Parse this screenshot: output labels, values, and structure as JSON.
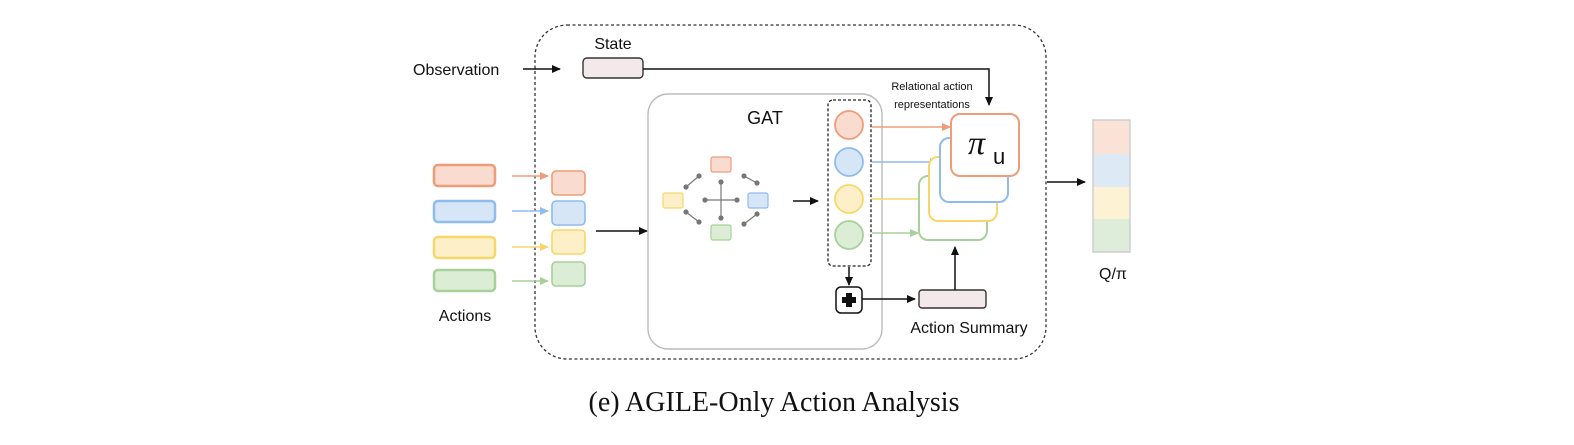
{
  "labels": {
    "state": "State",
    "observation": "Observation",
    "gat": "GAT",
    "relational_line1": "Relational action",
    "relational_line2": "representations",
    "pi_symbol": "π",
    "pi_subscript": "u",
    "actions": "Actions",
    "action_summary": "Action Summary",
    "output": "Q/π",
    "plus": "+"
  },
  "caption": "(e) AGILE-Only Action Analysis",
  "colors": {
    "orange": "#ee9d78",
    "orange_fill": "#f9dccf",
    "blue": "#8fbbee",
    "blue_fill": "#d6e6f6",
    "yellow": "#f7d76a",
    "yellow_fill": "#fdf0c8",
    "green": "#a8d09a",
    "green_fill": "#dcedd5",
    "state_fill": "#f3e9ea",
    "output_orange": "#fbe2d7",
    "output_blue": "#dde9f5",
    "output_yellow": "#fdf2d3",
    "output_green": "#deedda"
  }
}
